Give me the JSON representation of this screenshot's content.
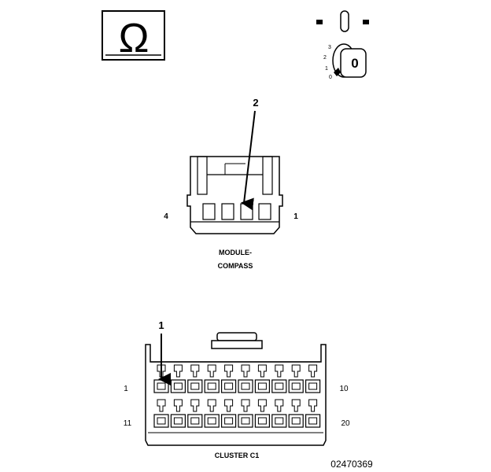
{
  "figure_id": "02470369",
  "ohm_symbol": "Ω",
  "ignition_key": {
    "positions": [
      "3",
      "2",
      "1",
      "0"
    ],
    "key_label": "0",
    "icon": "ignition-key-icon",
    "switch_icon": "ignition-switch-off-icon"
  },
  "module_compass": {
    "callout": "2",
    "label_line1": "MODULE-",
    "label_line2": "COMPASS",
    "pin_left": "4",
    "pin_right": "1"
  },
  "cluster_c1": {
    "callout": "1",
    "label": "CLUSTER C1",
    "pin_top_left": "1",
    "pin_top_right": "10",
    "pin_bottom_left": "11",
    "pin_bottom_right": "20"
  }
}
